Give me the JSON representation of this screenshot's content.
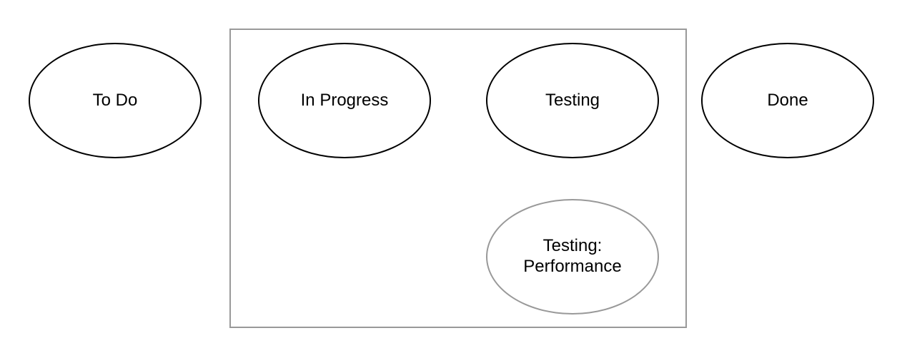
{
  "diagram": {
    "background_color": "#ffffff",
    "text_color": "#000000",
    "container": {
      "shape": "rectangle",
      "stroke_color": "#999999"
    },
    "nodes": [
      {
        "label": "To Do",
        "shape": "ellipse",
        "stroke_color": "#000000",
        "inside_container": false
      },
      {
        "label": "In Progress",
        "shape": "ellipse",
        "stroke_color": "#000000",
        "inside_container": true
      },
      {
        "label": "Testing",
        "shape": "ellipse",
        "stroke_color": "#000000",
        "inside_container": true
      },
      {
        "label": "Done",
        "shape": "ellipse",
        "stroke_color": "#000000",
        "inside_container": false
      },
      {
        "label": "Testing: Performance",
        "shape": "ellipse",
        "stroke_color": "#999999",
        "inside_container": true
      }
    ]
  }
}
